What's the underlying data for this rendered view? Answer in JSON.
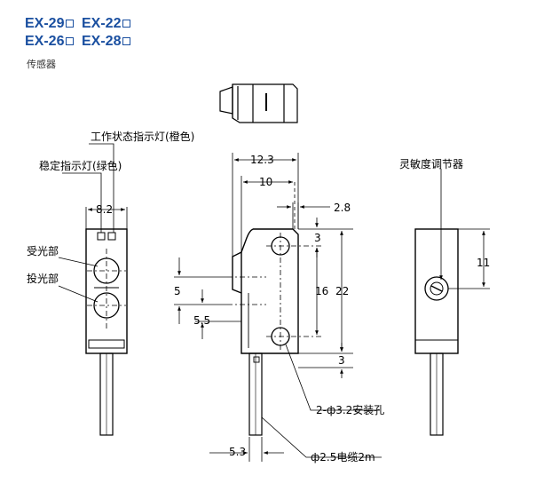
{
  "header": {
    "models": [
      {
        "text": "EX-29"
      },
      {
        "text": "EX-22"
      },
      {
        "text": "EX-26"
      },
      {
        "text": "EX-28"
      }
    ],
    "subtitle": "传感器"
  },
  "labels": {
    "operation_indicator": "工作状态指示灯(橙色)",
    "stability_indicator": "稳定指示灯(绿色)",
    "sensitivity_adjuster": "灵敏度调节器",
    "receiver": "受光部",
    "emitter": "投光部",
    "mounting_holes": "2-ф3.2安装孔",
    "cable": "ф2.5电缆2m"
  },
  "dimensions": {
    "d_8_2": "8.2",
    "d_12_3": "12.3",
    "d_10": "10",
    "d_2_8": "2.8",
    "d_3_top": "3",
    "d_22": "22",
    "d_16": "16",
    "d_3_bottom": "3",
    "d_5": "5",
    "d_5_5": "5.5",
    "d_5_3": "5.3",
    "d_11": "11"
  }
}
